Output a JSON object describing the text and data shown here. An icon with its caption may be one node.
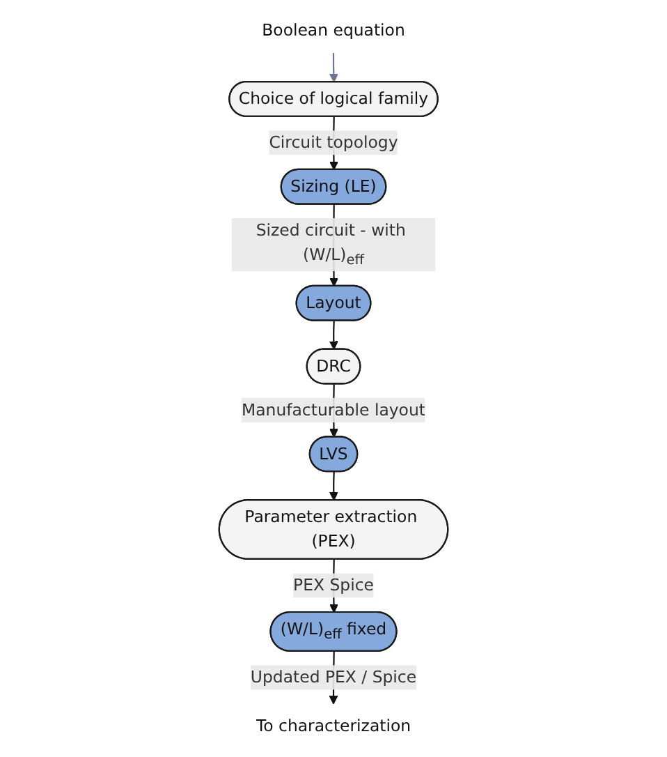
{
  "diagram": {
    "nodes": [
      {
        "text": [
          "Boolean equation"
        ]
      },
      {
        "text": [
          "Choice of logical family"
        ]
      },
      {
        "text": [
          "Sizing (LE)"
        ]
      },
      {
        "text": [
          "Layout"
        ]
      },
      {
        "text": [
          "DRC"
        ]
      },
      {
        "text": [
          "LVS"
        ]
      },
      {
        "text": [
          "Parameter extraction (PEX)"
        ]
      },
      {
        "text": [
          "(W/L)$_{eff}$ fixed"
        ]
      },
      {
        "text": [
          "To characterization"
        ]
      }
    ],
    "edges": [
      {
        "from": 0,
        "to": 1,
        "arrow": "to",
        "color": "#6b7694"
      },
      {
        "from": 1,
        "to": 2,
        "arrow": "to",
        "label": "Circuit topology"
      },
      {
        "from": 2,
        "to": 3,
        "arrow": "to",
        "label": "Sized circuit - with (W/L)$_{eff}$"
      },
      {
        "from": 3,
        "to": 4,
        "arrow": "to"
      },
      {
        "from": 4,
        "to": 5,
        "arrow": "to",
        "label": "Manufacturable layout"
      },
      {
        "from": 5,
        "to": 6,
        "arrow": "to"
      },
      {
        "from": 6,
        "to": 7,
        "arrow": "to",
        "label": "PEX Spice"
      },
      {
        "from": 7,
        "to": 8,
        "arrow": "to",
        "label": "Updated PEX / Spice"
      }
    ]
  }
}
